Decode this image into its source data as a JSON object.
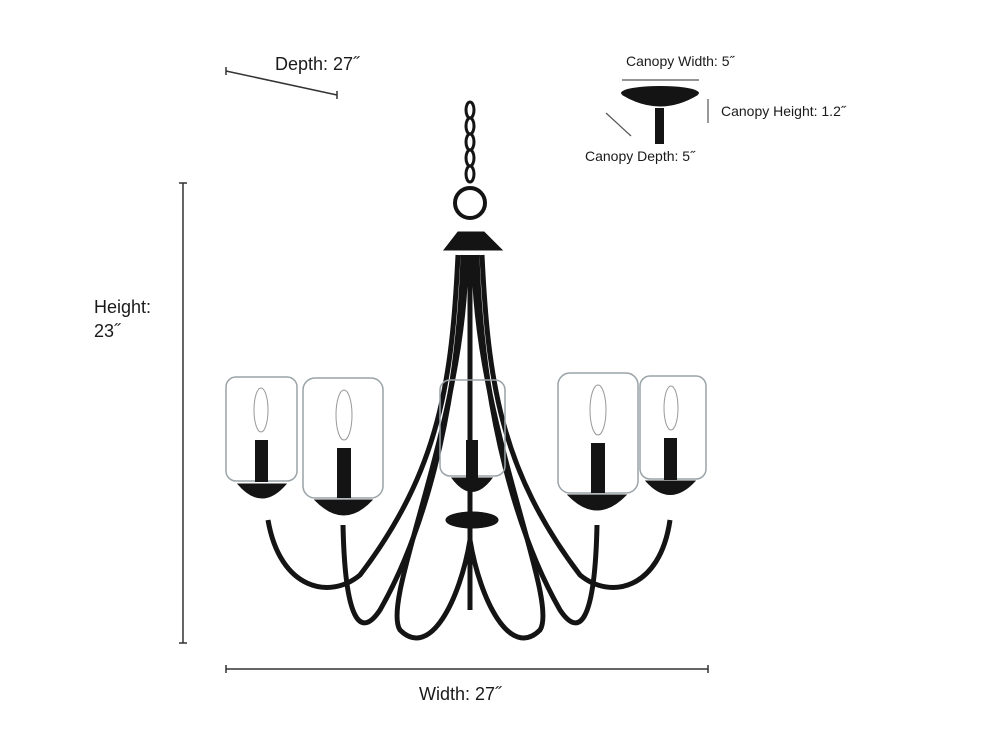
{
  "dimensions": {
    "depth": "Depth: 27˝",
    "height_label": "Height:",
    "height_value": "23˝",
    "width": "Width: 27˝",
    "canopy_width": "Canopy Width: 5˝",
    "canopy_height": "Canopy Height: 1.2˝",
    "canopy_depth": "Canopy Depth: 5˝"
  },
  "colors": {
    "metal": "#141414",
    "line": "#333333",
    "glass": "#9aa3a8"
  }
}
